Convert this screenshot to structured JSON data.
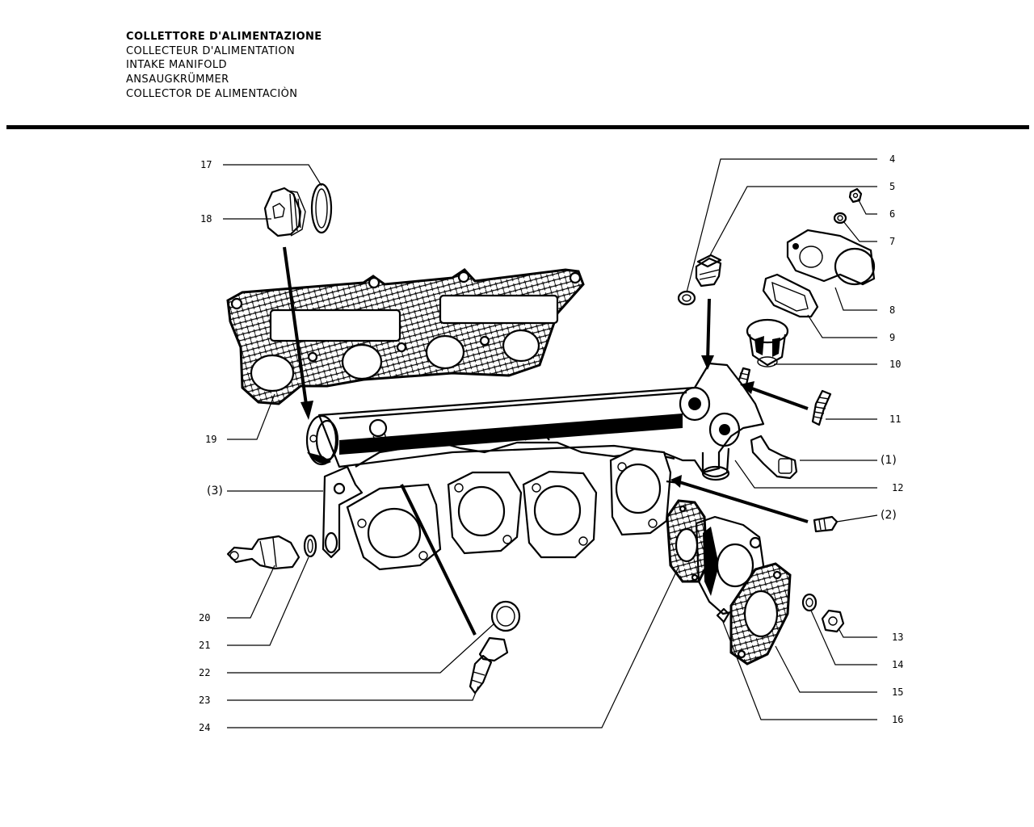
{
  "title": {
    "lines": [
      "COLLETTORE D'ALIMENTAZIONE",
      "COLLECTEUR D'ALIMENTATION",
      "INTAKE MANIFOLD",
      "ANSAUGKRÜMMER",
      "COLLECTOR DE ALIMENTACIÒN"
    ]
  },
  "callouts": {
    "c17": "17",
    "c18": "18",
    "c19": "19",
    "c3p": "(3)",
    "c20": "20",
    "c21": "21",
    "c22": "22",
    "c23": "23",
    "c24": "24",
    "c4": "4",
    "c5": "5",
    "c6": "6",
    "c7": "7",
    "c8": "8",
    "c9": "9",
    "c10": "10",
    "c11": "11",
    "c1p": "(1)",
    "c12": "12",
    "c2p": "(2)",
    "c13": "13",
    "c14": "14",
    "c15": "15",
    "c16": "16"
  }
}
